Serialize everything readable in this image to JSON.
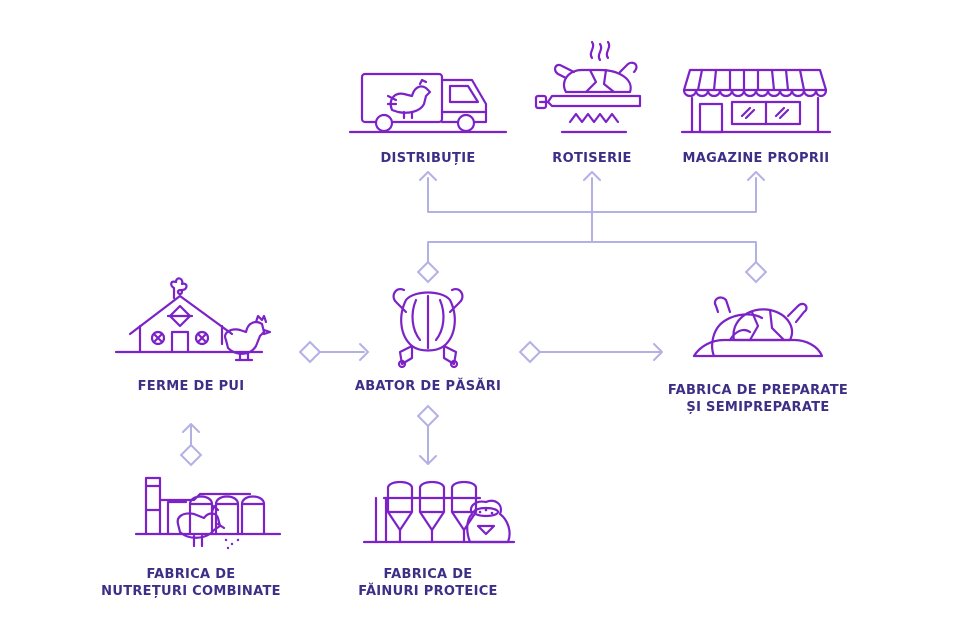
{
  "nodes": {
    "distributie": {
      "label": "DISTRIBUȚIE",
      "icon": "delivery-truck-icon"
    },
    "rotiserie": {
      "label": "ROTISERIE",
      "icon": "rotisserie-chicken-icon"
    },
    "magazine": {
      "label": "MAGAZINE PROPRII",
      "icon": "shop-icon"
    },
    "ferme": {
      "label": "FERME DE PUI",
      "icon": "chicken-farm-icon"
    },
    "abator": {
      "label": "ABATOR DE PĂSĂRI",
      "icon": "poultry-carcass-icon"
    },
    "preparate": {
      "label_lines": [
        "FABRICA DE PREPARATE",
        "ȘI SEMIPREPARATE"
      ],
      "icon": "roast-chicken-platter-icon"
    },
    "nutreturi": {
      "label_lines": [
        "FABRICA DE",
        "NUTREȚURI COMBINATE"
      ],
      "icon": "feed-factory-icon"
    },
    "fainuri": {
      "label_lines": [
        "FABRICA DE",
        "FĂINURI PROTEICE"
      ],
      "icon": "silos-sack-icon"
    }
  },
  "colors": {
    "icon": "#7b23c7",
    "connector": "#b3b0e6",
    "label": "#3d2f86"
  }
}
